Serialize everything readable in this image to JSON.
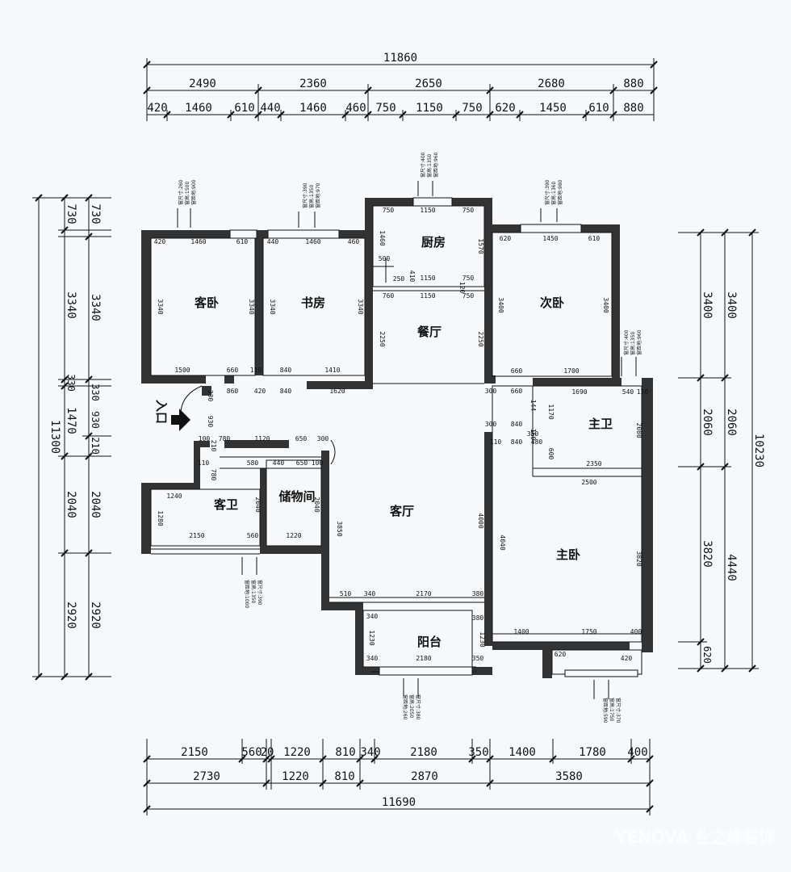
{
  "dims": {
    "top_total": "11860",
    "top_row1": [
      "2490",
      "2360",
      "2650",
      "2680",
      "880"
    ],
    "top_row2": [
      "420",
      "1460",
      "610",
      "440",
      "1460",
      "460",
      "750",
      "1150",
      "750",
      "620",
      "1450",
      "610",
      "880"
    ],
    "bottom_row1": [
      "2150",
      "560",
      "20",
      "1220",
      "810",
      "340",
      "2180",
      "350",
      "1400",
      "1780",
      "400"
    ],
    "bottom_row2": [
      "2730",
      "1220",
      "810",
      "2870",
      "3580"
    ],
    "bottom_total": "11690",
    "left_outer": [
      "730",
      "3340",
      "330",
      "1470",
      "2040",
      "2920"
    ],
    "left_inner": [
      "730",
      "3340",
      "330",
      "930",
      "210",
      "2040",
      "2920"
    ],
    "left_total": "11300",
    "right_outer": [
      "3400",
      "2060",
      "3820",
      "620"
    ],
    "right_inner": [
      "3400",
      "2060",
      "4440"
    ],
    "right_total": "10230"
  },
  "rooms": {
    "guest_bedroom": "客卧",
    "study": "书房",
    "kitchen": "厨房",
    "second_bedroom": "次卧",
    "dining": "餐厅",
    "master_bath": "主卫",
    "guest_bath": "客卫",
    "storage": "储物间",
    "living": "客厅",
    "master_bedroom": "主卧",
    "balcony": "阳台",
    "entrance": "入口"
  },
  "interior": {
    "guest_top": [
      "420",
      "1460",
      "610"
    ],
    "guest_side": "3340",
    "guest_bottom": [
      "1500",
      "660"
    ],
    "guest_bottom2": [
      "860",
      "420"
    ],
    "study_top": [
      "440",
      "1460",
      "460"
    ],
    "study_side": "3340",
    "study_bottom": [
      "110",
      "840",
      "1410"
    ],
    "study_bottom2": [
      "840",
      "1620"
    ],
    "kitchen_top": [
      "750",
      "1150",
      "750"
    ],
    "kitchen_left": "1460",
    "kitchen_right": "1570",
    "kitchen_mid": [
      "500",
      "250",
      "410",
      "1150",
      "750",
      "120"
    ],
    "kitchen_mid2": [
      "760",
      "1150",
      "750"
    ],
    "dining_left": "2250",
    "dining_right": "2250",
    "second_top": [
      "620",
      "1450",
      "610"
    ],
    "second_side": "3400",
    "second_bottom": [
      "660",
      "1700"
    ],
    "second_bottom2": [
      "300",
      "660"
    ],
    "mbath_top": [
      "1690",
      "540",
      "120"
    ],
    "mbath_side": "2080",
    "mbath_vals": [
      "1170",
      "144",
      "160",
      "600",
      "2350",
      "2500"
    ],
    "hall_small": [
      "330",
      "930",
      "100",
      "780",
      "1120",
      "650",
      "300",
      "210",
      "110",
      "780"
    ],
    "entry_vals": [
      "300",
      "840",
      "350",
      "110",
      "840",
      "480"
    ],
    "gbath_top": [
      "1240"
    ],
    "gbath_side": "1280",
    "gbath_bottom": [
      "2150",
      "560"
    ],
    "gbath_row": [
      "580",
      "440",
      "650",
      "100"
    ],
    "gbath_vals": [
      "2040",
      "2040"
    ],
    "storage_bottom": "1220",
    "living_left": "3850",
    "living_right": "4000",
    "living_bottom": [
      "510",
      "340",
      "2170",
      "380"
    ],
    "balcony_vals": [
      "340",
      "1230",
      "340",
      "2180",
      "350",
      "1230",
      "380"
    ],
    "master_side": "4040",
    "master_right": "3820",
    "master_bottom": [
      "1400",
      "1750",
      "400"
    ],
    "master_small": [
      "620",
      "420"
    ]
  },
  "notes": {
    "guest_window": [
      "窗尺寸:260",
      "窗高:1500",
      "窗距地:900"
    ],
    "study_window": [
      "窗尺寸:390",
      "窗高:1350",
      "窗距地:970"
    ],
    "kitchen_window": [
      "窗尺寸:400",
      "窗高:1350",
      "窗距地:960"
    ],
    "second_window": [
      "窗尺寸:390",
      "窗高:1360",
      "窗距地:980"
    ],
    "mbath_window": [
      "窗尺寸:400",
      "窗高:1350",
      "窗距地:960"
    ],
    "gbath_window": [
      "窗尺寸:390",
      "窗高:1350",
      "窗距地:1000"
    ],
    "balcony_window": [
      "窗尺寸:380",
      "窗高:2050",
      "窗距地:260"
    ],
    "master_window": [
      "窗尺寸:370",
      "窗高:1750",
      "窗距地:590"
    ]
  },
  "watermark": "YENOVA 业之峰装饰"
}
